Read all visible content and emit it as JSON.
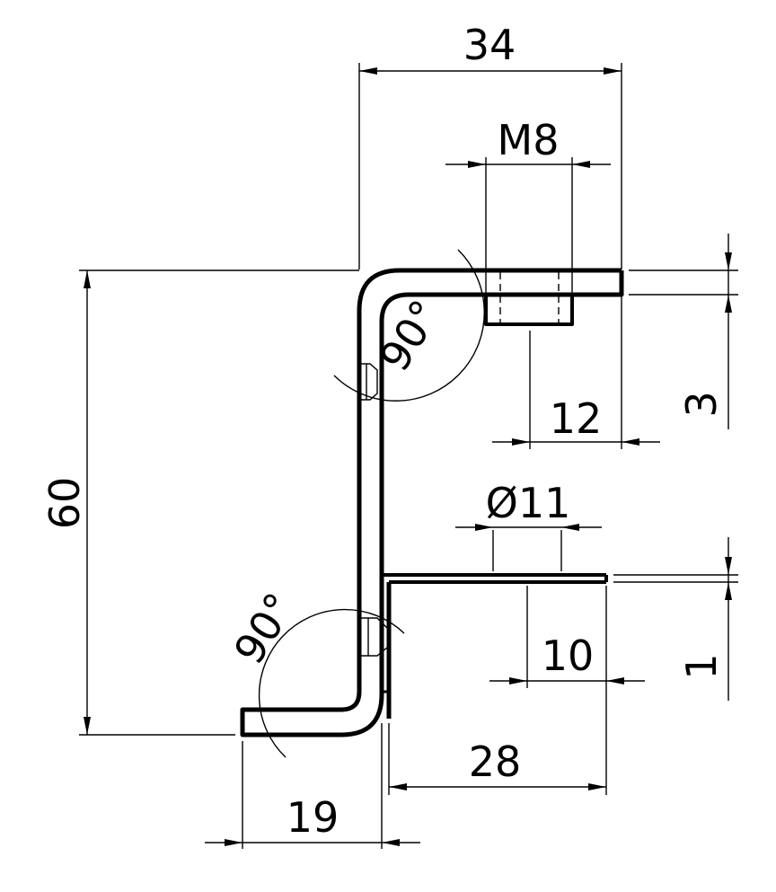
{
  "drawing": {
    "dimensions": {
      "width_top": "34",
      "thread": "M8",
      "offset_12": "12",
      "thickness_3": "3",
      "hole_diameter": "Ø11",
      "height_60": "60",
      "offset_10": "10",
      "thickness_1": "1",
      "leg_28": "28",
      "flange_19": "19"
    },
    "angles": {
      "top_bend": "90°",
      "bottom_bend": "90°"
    }
  }
}
